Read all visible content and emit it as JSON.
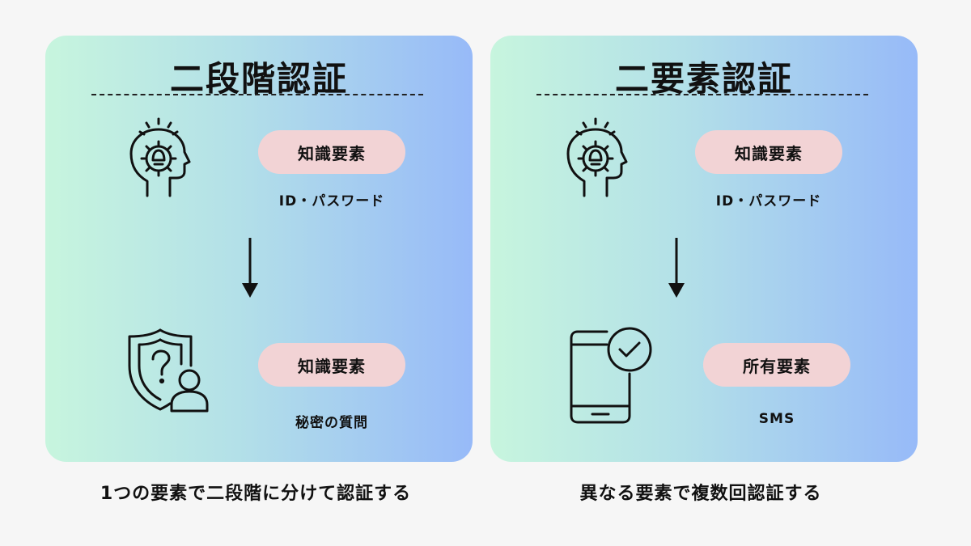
{
  "left": {
    "title": "二段階認証",
    "step1": {
      "icon": "brain-lightbulb-icon",
      "pill": "知識要素",
      "sub": "ID・パスワード"
    },
    "step2": {
      "icon": "shield-question-user-icon",
      "pill": "知識要素",
      "sub": "秘密の質問"
    },
    "caption": "1つの要素で二段階に分けて認証する"
  },
  "right": {
    "title": "二要素認証",
    "step1": {
      "icon": "brain-lightbulb-icon",
      "pill": "知識要素",
      "sub": "ID・パスワード"
    },
    "step2": {
      "icon": "smartphone-check-icon",
      "pill": "所有要素",
      "sub": "SMS"
    },
    "caption": "異なる要素で複数回認証する"
  },
  "colors": {
    "gradient_start": "#c7f5de",
    "gradient_end": "#97baf8",
    "pill": "#f2d3d5",
    "page_bg": "#f6f6f6"
  }
}
